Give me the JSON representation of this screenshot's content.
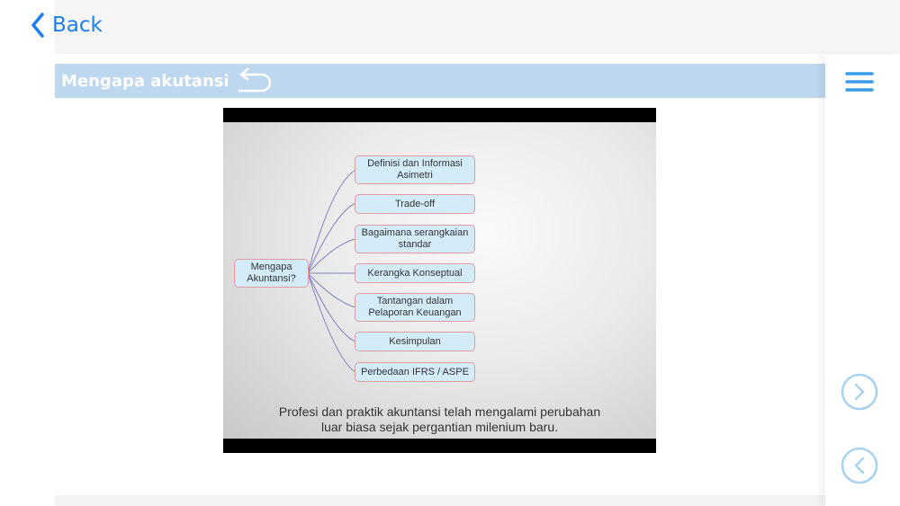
{
  "header": {
    "back_label": "Back"
  },
  "title": "Mengapa akutansi",
  "slide": {
    "root": "Mengapa\nAkuntansi?",
    "branches": [
      "Definisi dan Informasi Asimetri",
      "Trade-off",
      "Bagaimana serangkaian standar",
      "Kerangka Konseptual",
      "Tantangan dalam Pelaporan Keuangan",
      "Kesimpulan",
      "Perbedaan IFRS / ASPE"
    ],
    "caption_1": "Profesi dan praktik akuntansi telah mengalami perubahan",
    "caption_2": "luar biasa sejak pergantian milenium baru."
  },
  "colors": {
    "accent": "#1a7ff0",
    "title_bar": "#bdd7ee",
    "menu": "#3a9be6",
    "nav": "#a8d2f2"
  }
}
